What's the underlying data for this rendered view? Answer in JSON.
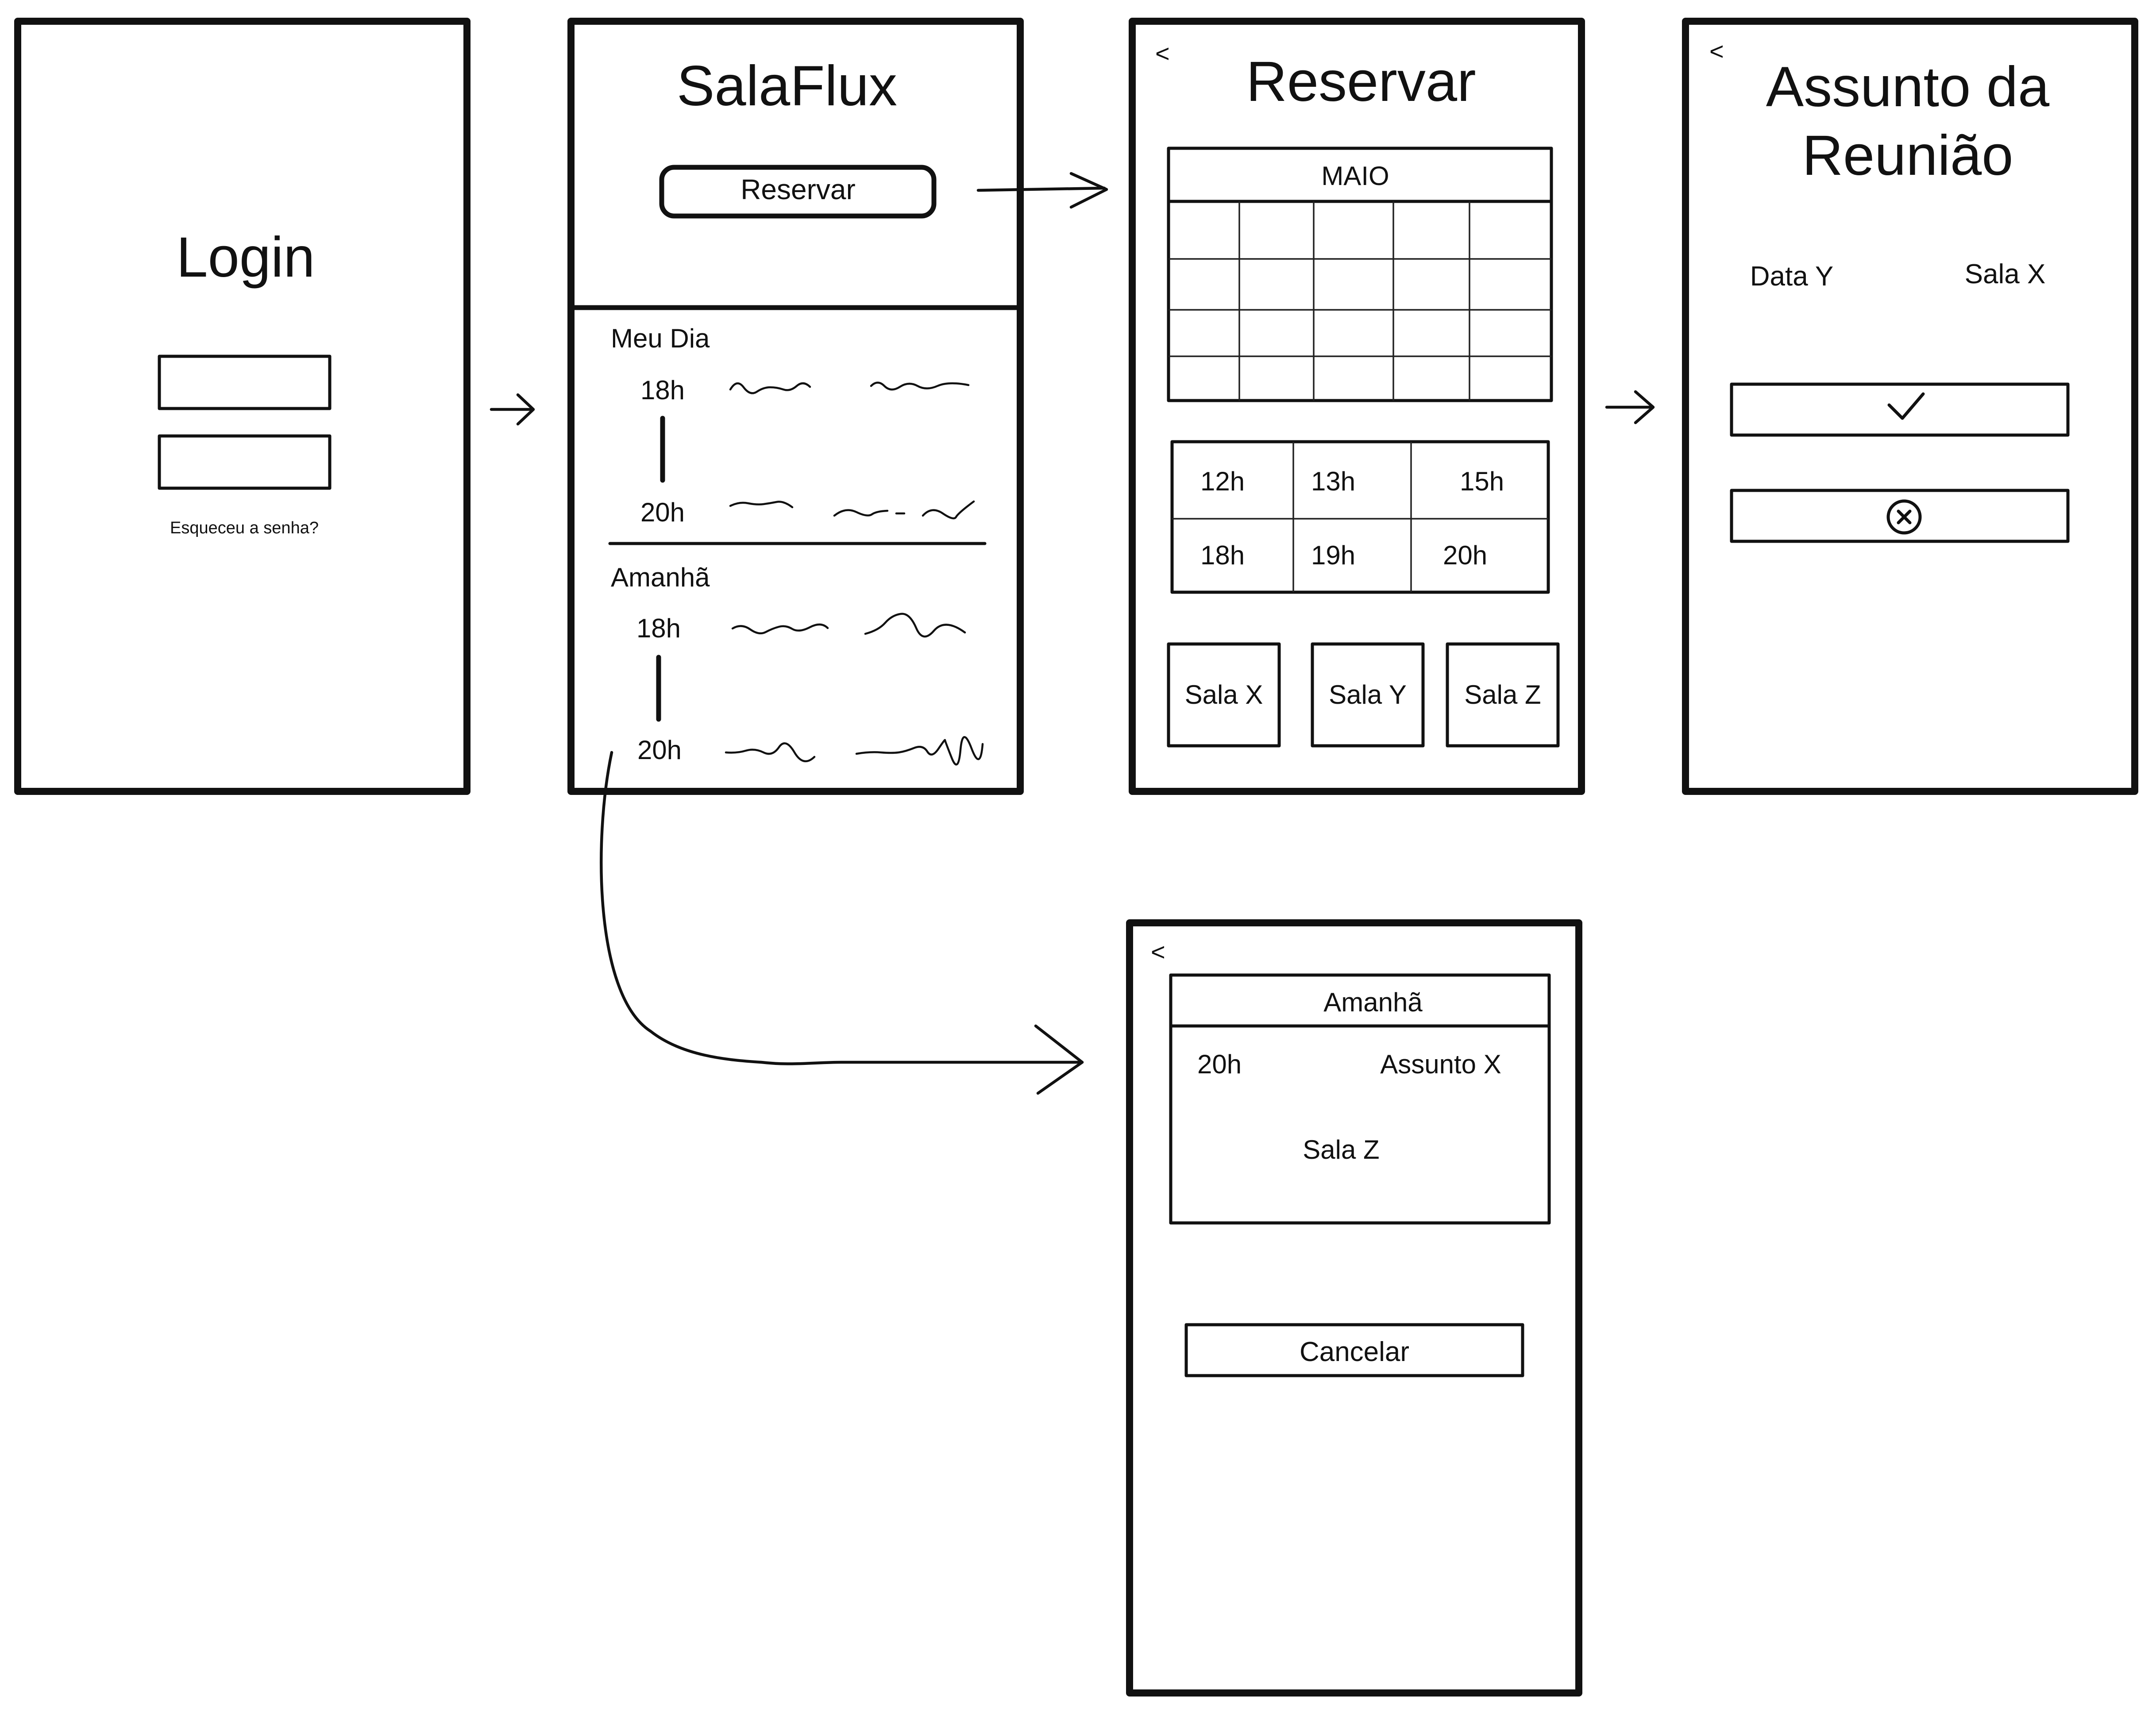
{
  "login": {
    "title": "Login",
    "forgot_password": "Esqueceu a senha?"
  },
  "home": {
    "app_name": "SalaFlux",
    "reserve_button": "Reservar",
    "today_section": {
      "heading": "Meu Dia",
      "start_time": "18h",
      "end_time": "20h"
    },
    "tomorrow_section": {
      "heading": "Amanhã",
      "start_time": "18h",
      "end_time": "20h"
    }
  },
  "reserve": {
    "back": "<",
    "title": "Reservar",
    "month": "MAIO",
    "times": [
      "12h",
      "13h",
      "15h",
      "18h",
      "19h",
      "20h"
    ],
    "rooms": [
      "Sala X",
      "Sala Y",
      "Sala Z"
    ]
  },
  "subject": {
    "back": "<",
    "title_line1": "Assunto da",
    "title_line2": "Reunião",
    "date": "Data Y",
    "room": "Sala X",
    "confirm_icon": "check-icon",
    "cancel_icon": "circle-x-icon"
  },
  "detail": {
    "back": "<",
    "heading": "Amanhã",
    "time": "20h",
    "subject": "Assunto X",
    "room": "Sala Z",
    "cancel_button": "Cancelar"
  },
  "flow_arrows": [
    {
      "from": "Login",
      "to": "SalaFlux"
    },
    {
      "from": "Reservar button",
      "to": "Reservar"
    },
    {
      "from": "Reservar",
      "to": "Assunto da Reunião"
    },
    {
      "from": "Amanhã 20h",
      "to": "Amanhã detail"
    }
  ]
}
